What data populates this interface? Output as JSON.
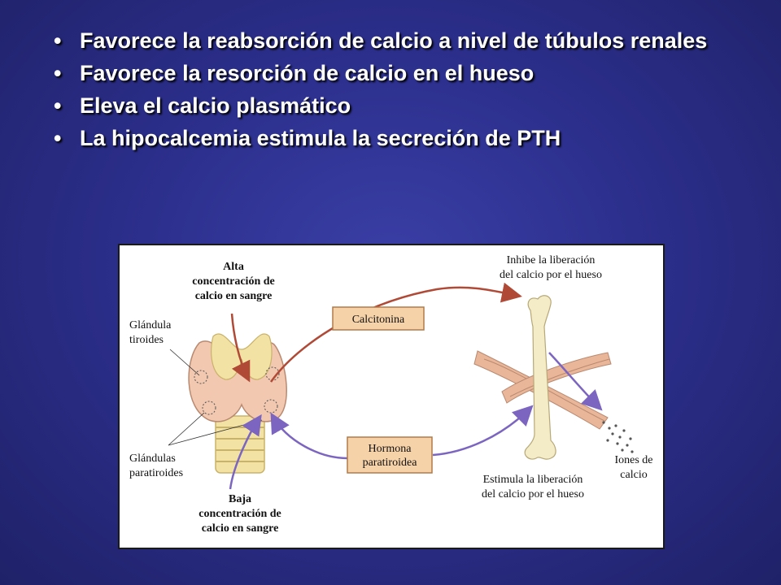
{
  "bullets": [
    "Favorece la reabsorción de calcio a nivel de túbulos renales",
    "Favorece la resorción de calcio en el hueso",
    "Eleva el calcio plasmático",
    "La hipocalcemia estimula la secreción de PTH"
  ],
  "bullet_symbol": "•",
  "diagram": {
    "high_calcium": [
      "Alta",
      "concentración de",
      "calcio en sangre"
    ],
    "low_calcium": [
      "Baja",
      "concentración de",
      "calcio en sangre"
    ],
    "thyroid": [
      "Glándula",
      "tiroides"
    ],
    "parathyroid": [
      "Glándulas",
      "paratiroides"
    ],
    "calcitonin": "Calcitonina",
    "pth": [
      "Hormona",
      "paratiroidea"
    ],
    "inhibit": [
      "Inhibe la liberación",
      "del calcio por el hueso"
    ],
    "stimulate": [
      "Estimula la liberación",
      "del calcio por el hueso"
    ],
    "ions": [
      "Iones de",
      "calcio"
    ]
  },
  "colors": {
    "background": "#2c2f8c",
    "hormone_box": "#f6d2a8",
    "red_arrow": "#b04a36",
    "purple_arrow": "#7b65c0",
    "thyroid": "#f2e3a4",
    "parathyroid_tissue": "#f2c8b0",
    "bone": "#f4ecc6",
    "muscle": "#e9b69a"
  }
}
